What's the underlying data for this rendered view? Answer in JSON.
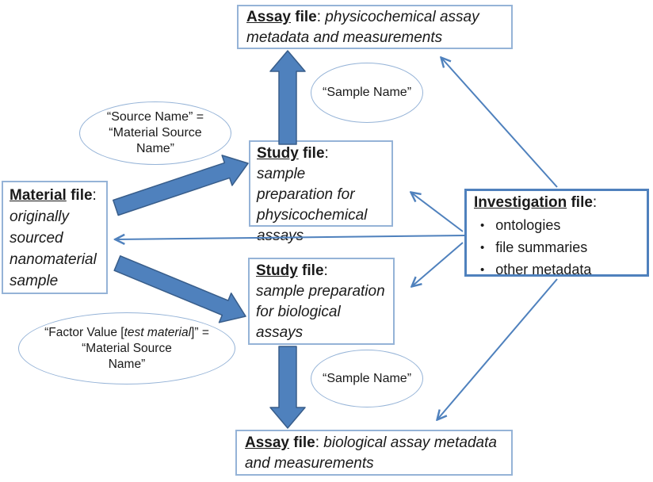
{
  "colors": {
    "box_border": "#95b3d7",
    "investigation_border": "#4f81bd",
    "thick_arrow_fill": "#4f81bd",
    "thick_arrow_edge": "#385d8a",
    "thin_arrow": "#4f81bd",
    "text": "#1a1a1a"
  },
  "boxes": {
    "assay_physicochemical": {
      "keyword": "Assay",
      "file_word": " file",
      "colon": ":",
      "body": " physicochemical assay metadata and measurements"
    },
    "study_physicochemical": {
      "keyword": "Study",
      "file_word": " file",
      "colon": ":",
      "body": "sample preparation for physicochemical assays"
    },
    "material": {
      "keyword": "Material",
      "file_word": " file",
      "colon": ":",
      "body": "originally sourced nanomaterial sample"
    },
    "investigation": {
      "keyword": "Investigation",
      "file_word": " file",
      "colon": ":",
      "items": [
        "ontologies",
        "file summaries",
        "other metadata"
      ]
    },
    "study_biological": {
      "keyword": "Study",
      "file_word": " file",
      "colon": ":",
      "body": "sample preparation for biological assays"
    },
    "assay_biological": {
      "keyword": "Assay",
      "file_word": " file",
      "colon": ":",
      "body": " biological  assay metadata and measurements"
    }
  },
  "ellipses": {
    "sample_name_top": {
      "text": "“Sample Name”"
    },
    "source_name": {
      "line1": "“Source Name” =",
      "line2": "“Material Source",
      "line3": "Name”"
    },
    "factor_value": {
      "prefix": "“Factor Value [",
      "italic_part": "test material",
      "suffix": "]” =",
      "line2": "“Material Source",
      "line3": "Name”"
    },
    "sample_name_bottom": {
      "text": "“Sample Name”"
    }
  }
}
